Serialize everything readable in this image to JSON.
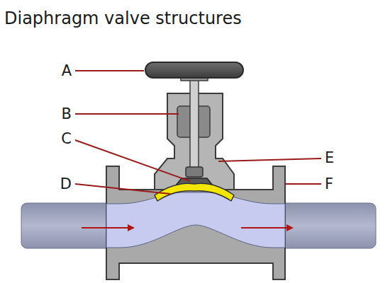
{
  "diagram": {
    "title": "Diaphragm valve structures",
    "labels": [
      "A",
      "B",
      "C",
      "D",
      "E",
      "F"
    ]
  }
}
